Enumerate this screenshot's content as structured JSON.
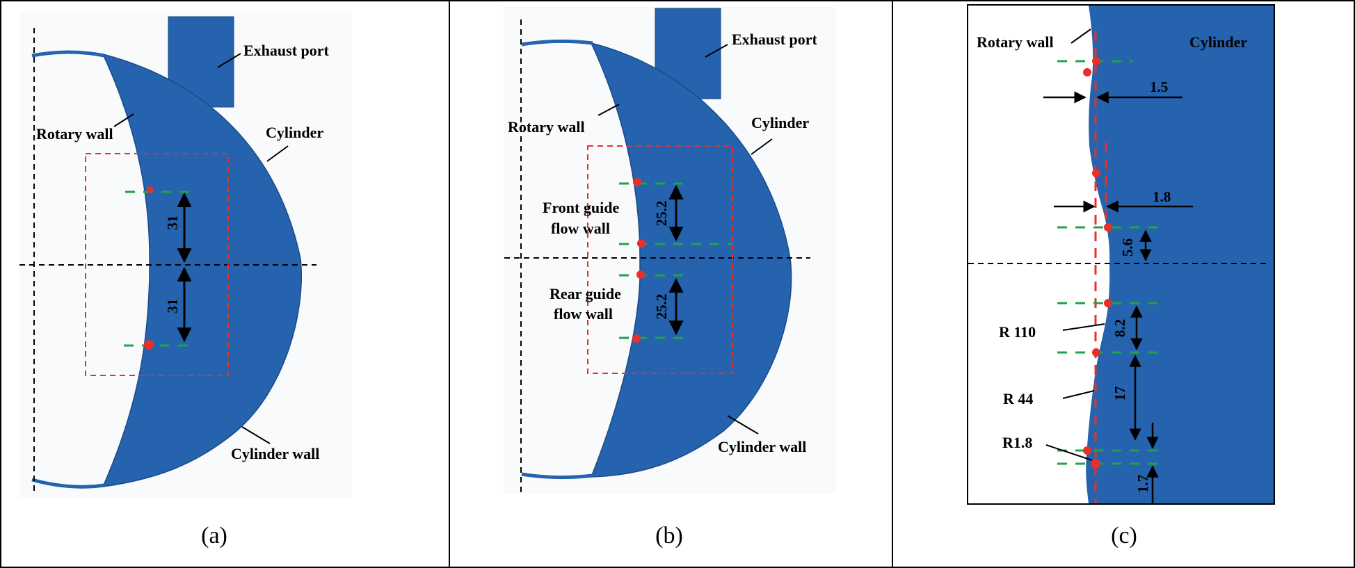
{
  "colors": {
    "fill": "#2563ae",
    "box": "#e8302a",
    "guide": "#1fa24a",
    "point": "#e8302a",
    "ink": "#000000"
  },
  "panel_a": {
    "caption": "(a)",
    "labels": {
      "exhaust_port": "Exhaust port",
      "rotary_wall": "Rotary wall",
      "cylinder": "Cylinder",
      "cylinder_wall": "Cylinder wall"
    },
    "dims": {
      "upper": "31",
      "lower": "31"
    }
  },
  "panel_b": {
    "caption": "(b)",
    "labels": {
      "exhaust_port": "Exhaust port",
      "rotary_wall": "Rotary wall",
      "cylinder": "Cylinder",
      "cylinder_wall": "Cylinder wall",
      "front_line1": "Front guide",
      "front_line2": "flow wall",
      "rear_line1": "Rear guide",
      "rear_line2": "flow wall"
    },
    "dims": {
      "upper": "25.2",
      "lower": "25.2"
    }
  },
  "panel_c": {
    "caption": "(c)",
    "labels": {
      "rotary_wall": "Rotary wall",
      "cylinder": "Cylinder",
      "r110": "R 110",
      "r44": "R 44",
      "r1_8": "R1.8"
    },
    "dims": {
      "d1_5": "1.5",
      "d1_8": "1.8",
      "d5_6": "5.6",
      "d8_2": "8.2",
      "d17": "17",
      "d1_7": "1.7"
    }
  }
}
